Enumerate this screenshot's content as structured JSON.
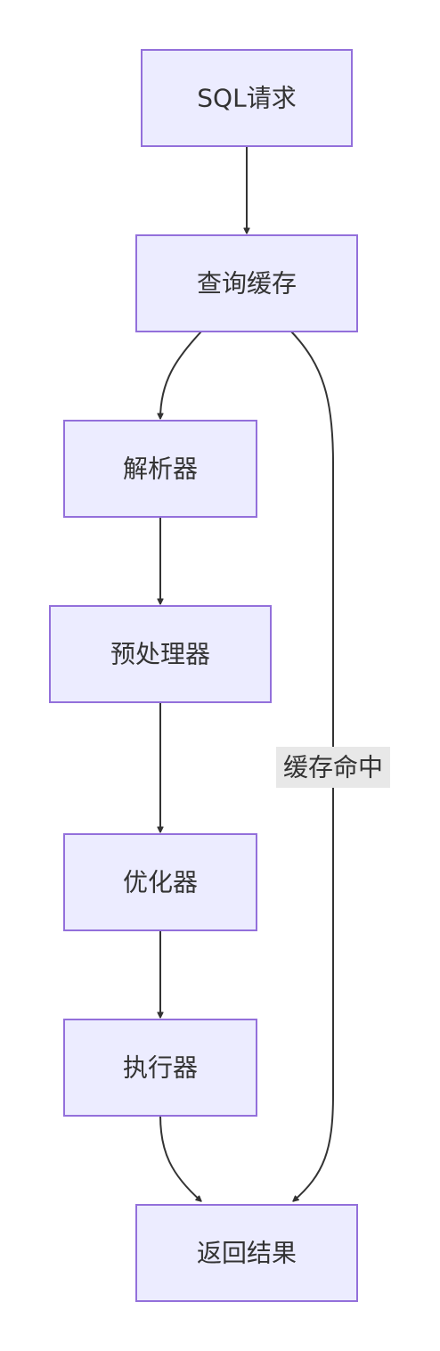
{
  "diagram": {
    "type": "flowchart",
    "direction": "top-down",
    "nodes": {
      "sql_request": "SQL请求",
      "query_cache": "查询缓存",
      "parser": "解析器",
      "preprocessor": "预处理器",
      "optimizer": "优化器",
      "executor": "执行器",
      "return_result": "返回结果"
    },
    "edge_labels": {
      "cache_hit": "缓存命中"
    },
    "edges": [
      {
        "from": "sql_request",
        "to": "query_cache",
        "label": ""
      },
      {
        "from": "query_cache",
        "to": "parser",
        "label": ""
      },
      {
        "from": "parser",
        "to": "preprocessor",
        "label": ""
      },
      {
        "from": "preprocessor",
        "to": "optimizer",
        "label": ""
      },
      {
        "from": "optimizer",
        "to": "executor",
        "label": ""
      },
      {
        "from": "executor",
        "to": "return_result",
        "label": ""
      },
      {
        "from": "query_cache",
        "to": "return_result",
        "label": "缓存命中"
      }
    ],
    "colors": {
      "node_fill": "#ECECFF",
      "node_border": "#9370DB",
      "edge": "#333333",
      "label_background": "#E8E8E8"
    }
  }
}
